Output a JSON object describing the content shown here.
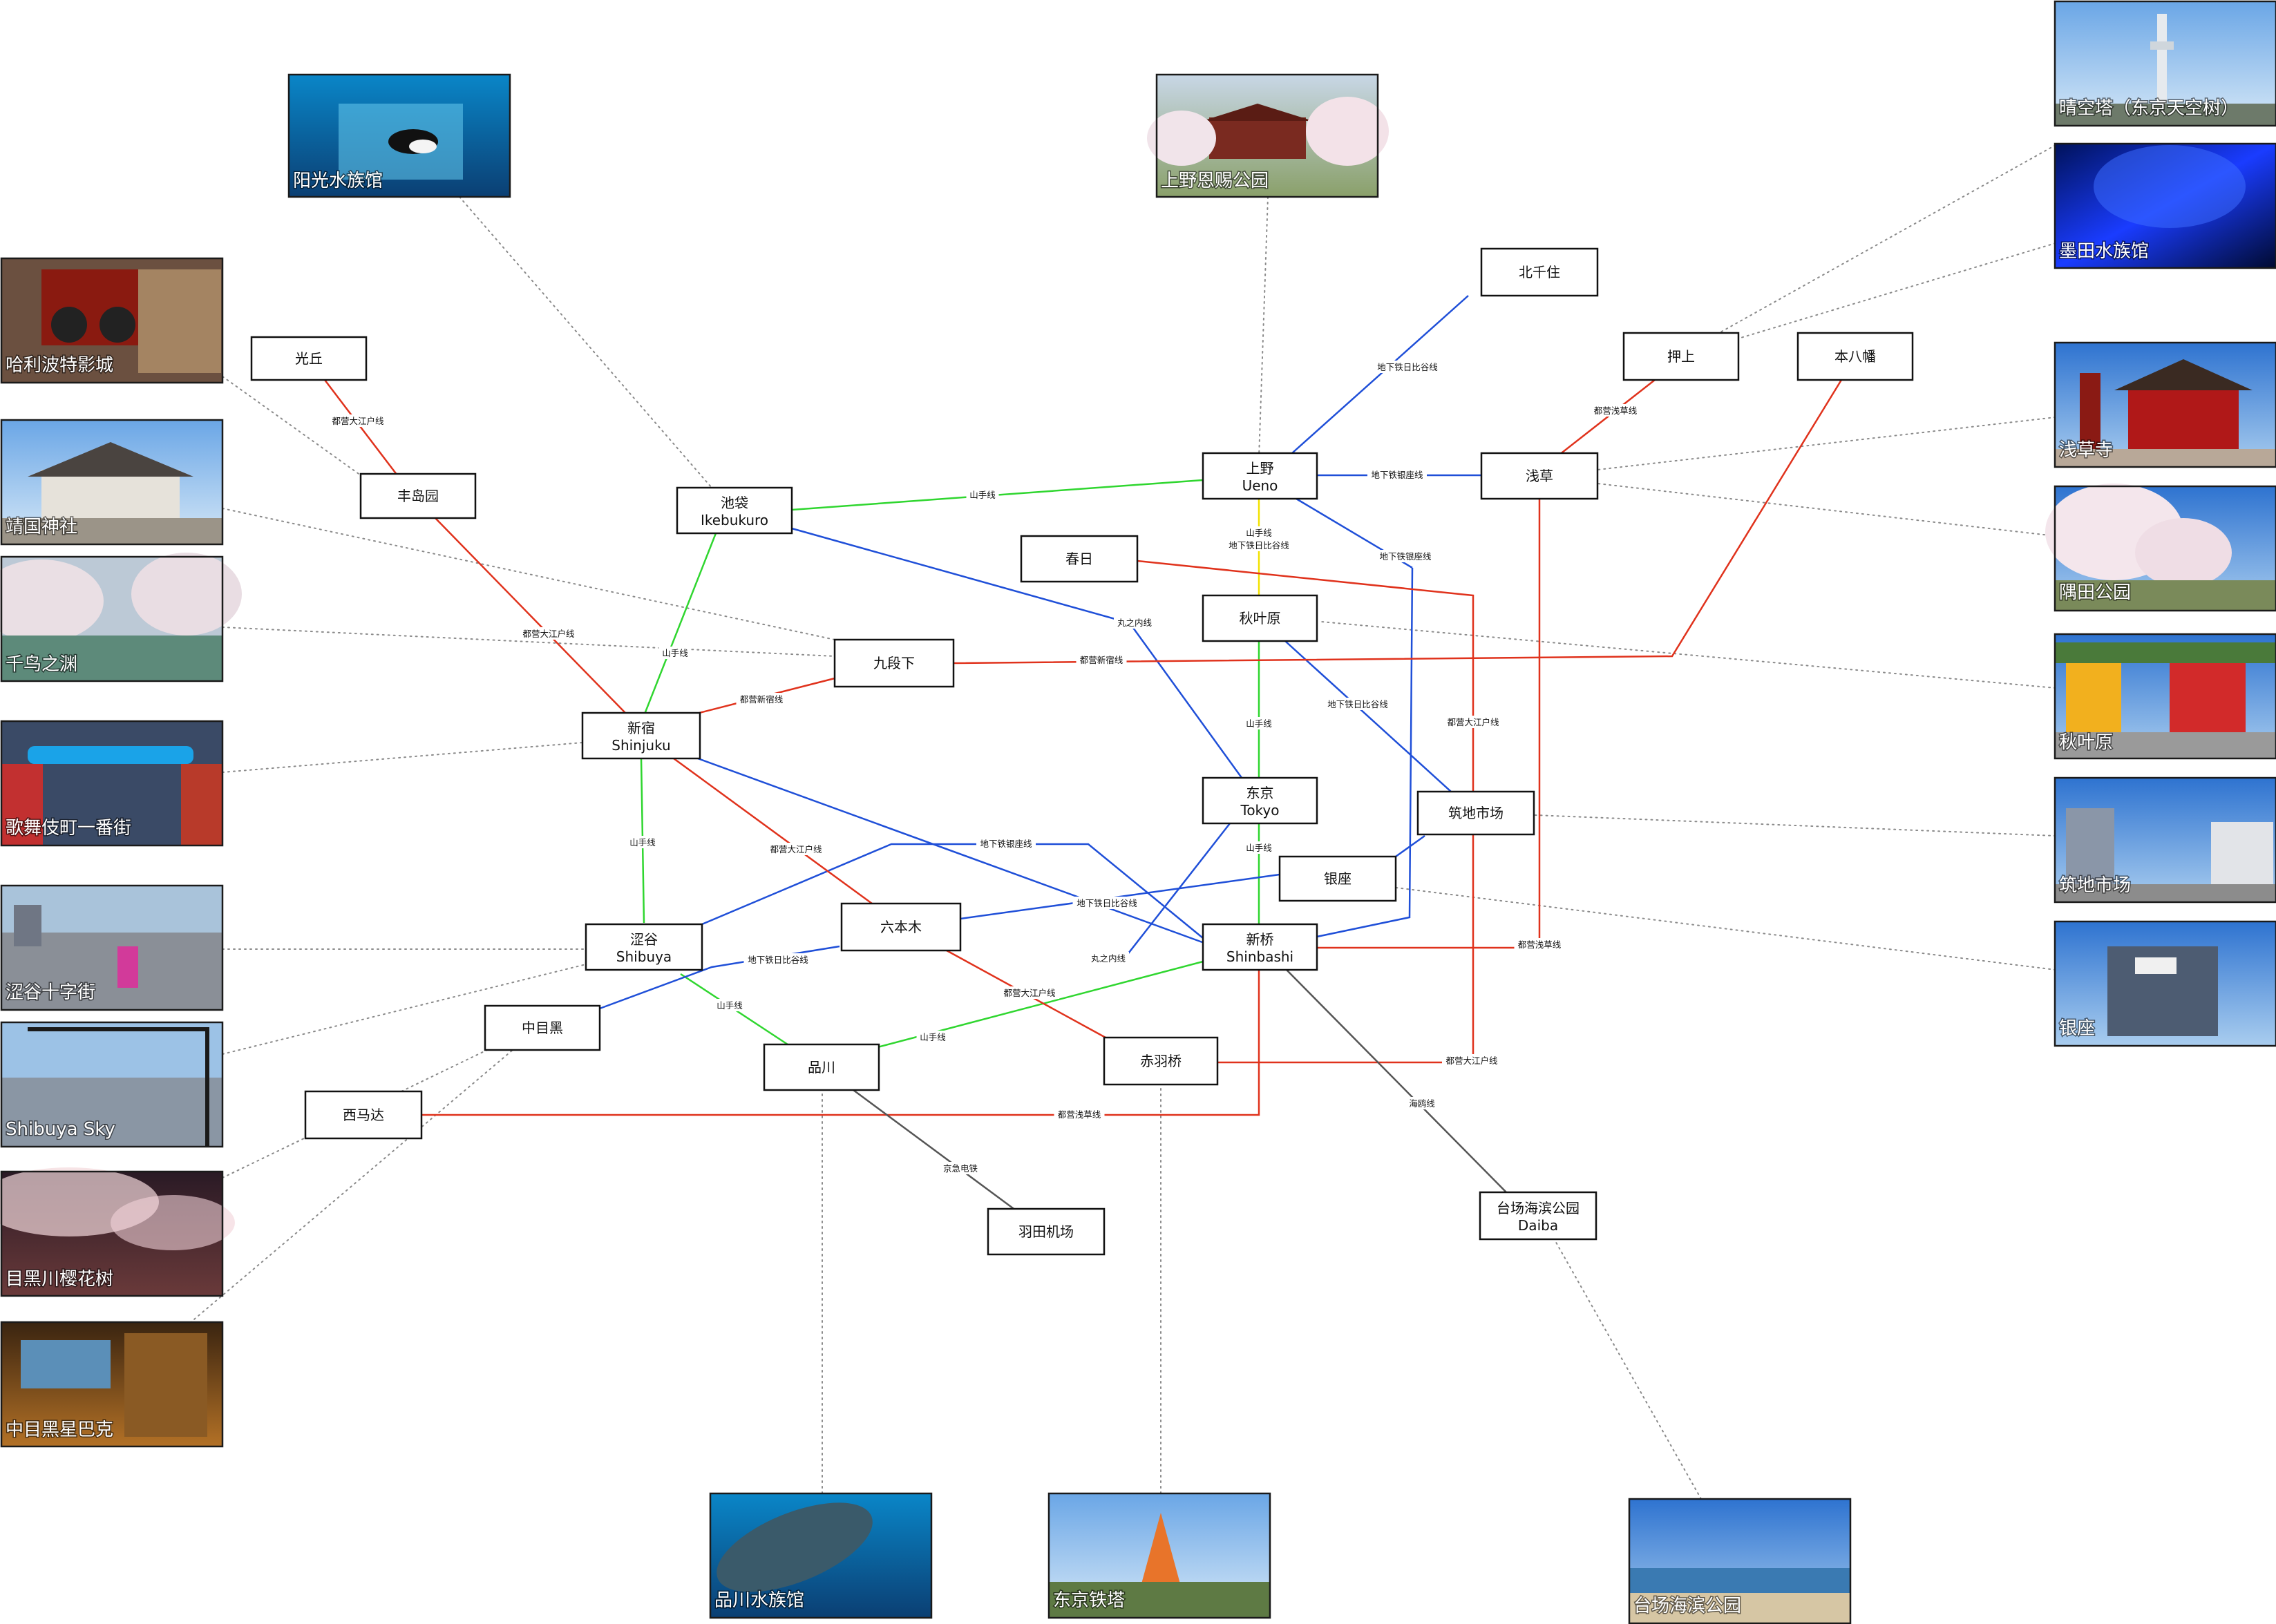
{
  "colors": {
    "yamanote": "#2fd62f",
    "hibiya": "#1f4fd8",
    "ginza": "#1f4fd8",
    "marunouchi": "#1f4fd8",
    "oedo": "#e0321c",
    "asakusa": "#e0321c",
    "shinjuku_line": "#e0321c",
    "keikyu": "#555555",
    "yurikamome": "#555555",
    "shared_trunk": "#f2e200"
  },
  "stations": [
    {
      "id": "kitasenju",
      "name": "北千住"
    },
    {
      "id": "oshiage",
      "name": "押上"
    },
    {
      "id": "motoyawata",
      "name": "本八幡"
    },
    {
      "id": "hikarigaoka",
      "name": "光丘"
    },
    {
      "id": "toshimaen",
      "name": "丰岛园"
    },
    {
      "id": "ikebukuro",
      "name": "池袋",
      "sub": "Ikebukuro"
    },
    {
      "id": "ueno",
      "name": "上野",
      "sub": "Ueno"
    },
    {
      "id": "asakusa",
      "name": "浅草"
    },
    {
      "id": "kasuga",
      "name": "春日"
    },
    {
      "id": "akihabara",
      "name": "秋叶原"
    },
    {
      "id": "kudanshita",
      "name": "九段下"
    },
    {
      "id": "shinjuku",
      "name": "新宿",
      "sub": "Shinjuku"
    },
    {
      "id": "tokyo",
      "name": "东京",
      "sub": "Tokyo"
    },
    {
      "id": "tsukiji",
      "name": "筑地市场"
    },
    {
      "id": "ginza",
      "name": "银座"
    },
    {
      "id": "roppongi",
      "name": "六本木"
    },
    {
      "id": "shibuya",
      "name": "涩谷",
      "sub": "Shibuya"
    },
    {
      "id": "shinbashi",
      "name": "新桥",
      "sub": "Shinbashi"
    },
    {
      "id": "nakameguro",
      "name": "中目黑"
    },
    {
      "id": "akabanebashi",
      "name": "赤羽桥"
    },
    {
      "id": "shinagawa",
      "name": "品川"
    },
    {
      "id": "nishimagome",
      "name": "西马达"
    },
    {
      "id": "haneda",
      "name": "羽田机场"
    },
    {
      "id": "daiba",
      "name": "台场海滨公园",
      "sub": "Daiba"
    }
  ],
  "line_labels": {
    "hibiya_kitasenju": "地下铁日比谷线",
    "asakusa_oshiage": "都营浅草线",
    "oedo_hikarigaoka": "都营大江户线",
    "yamanote_ikebukuro_ueno": "山手线",
    "ginza_ueno_asakusa": "地下铁银座线",
    "trunk_yamanote": "山手线",
    "trunk_hibiya": "地下铁日比谷线",
    "ginza_ueno_shinbashi": "地下铁银座线",
    "marunouchi_ikebukuro": "丸之内线",
    "oedo_toshimaen": "都营大江户线",
    "yamanote_ikebukuro_shinjuku": "山手线",
    "shinjuku_line_label": "都营新宿线",
    "shinjuku_line_main": "都营新宿线",
    "yamanote_akihabara_tokyo": "山手线",
    "hibiya_akihabara_tsukiji": "地下铁日比谷线",
    "oedo_kasuga_tsukiji": "都营大江户线",
    "yamanote_shinjuku_shibuya": "山手线",
    "oedo_shinjuku_roppongi": "都营大江户线",
    "ginza_shibuya_shinbashi": "地下铁银座线",
    "yamanote_tokyo_shinbashi": "山手线",
    "hibiya_roppongi_ginza": "地下铁日比谷线",
    "marunouchi_tokyo_shinbashi": "丸之内线",
    "hibiya_nakameguro": "地下铁日比谷线",
    "asakusa_shinbashi_asakusa": "都营浅草线",
    "oedo_roppongi_akabanebashi": "都营大江户线",
    "yamanote_shibuya_shinagawa": "山手线",
    "yamanote_shinagawa_shinbashi": "山手线",
    "oedo_akabanebashi_tsukiji": "都营大江户线",
    "asakusa_nishimagome": "都营浅草线",
    "yurikamome": "海鸥线",
    "keikyu": "京急电铁"
  },
  "photos": [
    {
      "id": "sunshine",
      "caption": "阳光水族馆"
    },
    {
      "id": "uenopark",
      "caption": "上野恩赐公园"
    },
    {
      "id": "skytree",
      "caption": "晴空塔（东京天空树）"
    },
    {
      "id": "sumidaaq",
      "caption": "墨田水族馆"
    },
    {
      "id": "harrypotter",
      "caption": "哈利波特影城"
    },
    {
      "id": "sensoji",
      "caption": "浅草寺"
    },
    {
      "id": "yasukuni",
      "caption": "靖国神社"
    },
    {
      "id": "sumidapark",
      "caption": "隅田公园"
    },
    {
      "id": "chidorigafuchi",
      "caption": "千鸟之渊"
    },
    {
      "id": "akihabara",
      "caption": "秋叶原"
    },
    {
      "id": "kabukicho",
      "caption": "歌舞伎町一番街"
    },
    {
      "id": "tsukijimarket",
      "caption": "筑地市场"
    },
    {
      "id": "scramble",
      "caption": "涩谷十字街"
    },
    {
      "id": "ginzaphoto",
      "caption": "银座"
    },
    {
      "id": "shibuyasky",
      "caption": "Shibuya Sky"
    },
    {
      "id": "meguro",
      "caption": "目黑川樱花树"
    },
    {
      "id": "starbucks",
      "caption": "中目黑星巴克"
    },
    {
      "id": "shinagawaaq",
      "caption": "品川水族馆"
    },
    {
      "id": "tokyotower",
      "caption": "东京铁塔"
    },
    {
      "id": "odaiba",
      "caption": "台场海滨公园"
    }
  ]
}
